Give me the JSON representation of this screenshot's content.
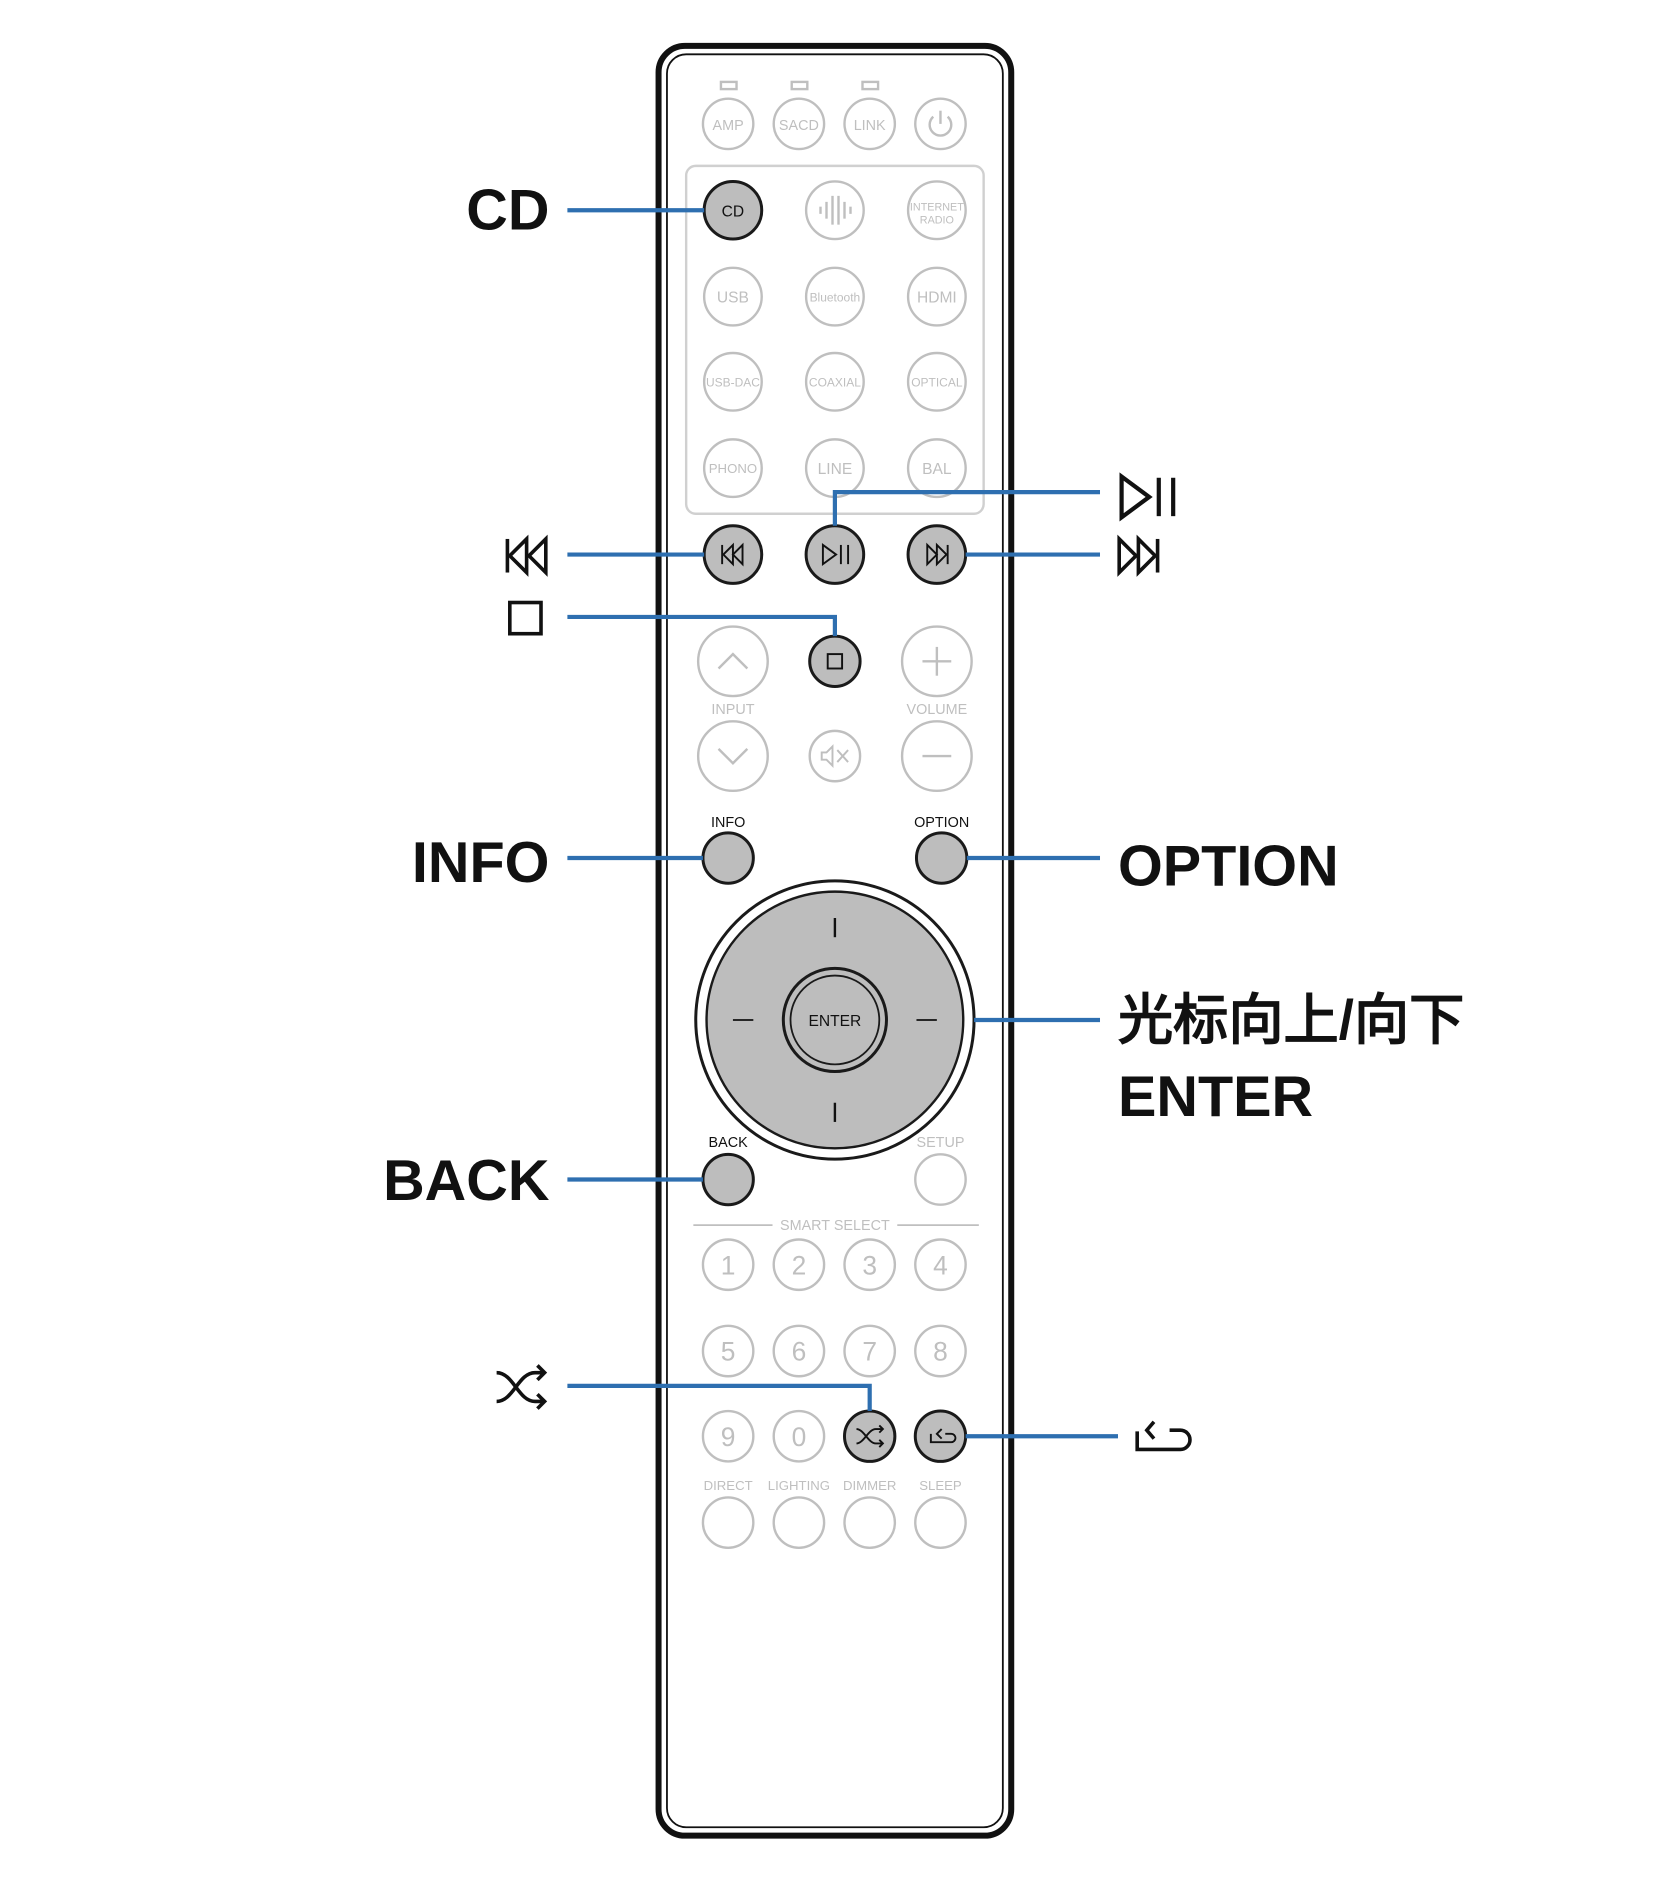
{
  "colors": {
    "leader": "#2e6fb0",
    "highlight_fill": "#bdbdbd",
    "faded": "#bfbfbf",
    "outline": "#1a1a1a"
  },
  "remote": {
    "top_row": [
      "AMP",
      "SACD",
      "LINK",
      "power-icon"
    ],
    "source_grid": {
      "row1": [
        "CD",
        "heos-icon",
        "INTERNET RADIO"
      ],
      "row2": [
        "USB",
        "Bluetooth",
        "HDMI"
      ],
      "row3": [
        "USB-DAC",
        "COAXIAL",
        "OPTICAL"
      ],
      "row4": [
        "PHONO",
        "LINE",
        "BAL"
      ]
    },
    "transport_icons": [
      "skip-back-icon",
      "play-pause-icon",
      "skip-forward-icon",
      "stop-icon"
    ],
    "input_label": "INPUT",
    "volume_label": "VOLUME",
    "info_label": "INFO",
    "option_label": "OPTION",
    "enter_label": "ENTER",
    "back_label": "BACK",
    "setup_label": "SETUP",
    "smart_select_label": "SMART SELECT",
    "numbers": [
      "1",
      "2",
      "3",
      "4",
      "5",
      "6",
      "7",
      "8",
      "9",
      "0"
    ],
    "bottom_labels": [
      "DIRECT",
      "LIGHTING",
      "DIMMER",
      "SLEEP"
    ]
  },
  "callouts": {
    "cd": "CD",
    "info": "INFO",
    "option": "OPTION",
    "cursor": "光标向上/向下",
    "enter": "ENTER",
    "back": "BACK"
  },
  "callout_icons": [
    "play-pause-icon",
    "skip-back-icon",
    "skip-forward-icon",
    "stop-icon",
    "shuffle-icon",
    "repeat-icon"
  ]
}
